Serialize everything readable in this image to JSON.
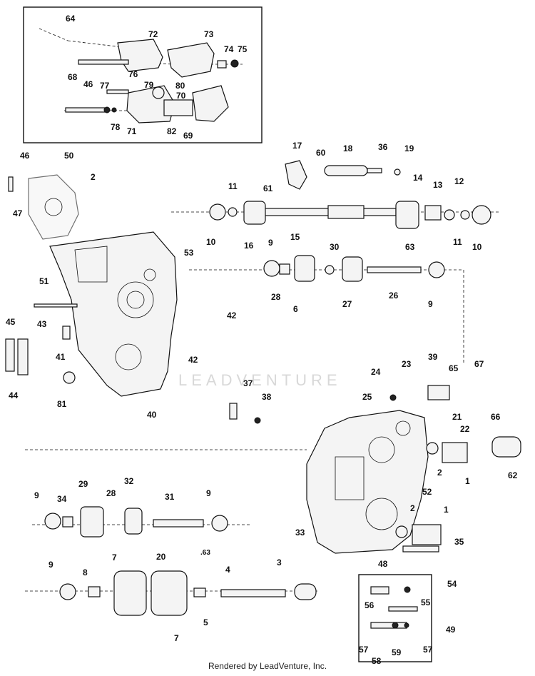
{
  "diagram": {
    "watermark": "LEADVENTURE",
    "footer": "Rendered by LeadVenture, Inc.",
    "labels": {
      "p64": "64",
      "p72": "72",
      "p73": "73",
      "p74": "74",
      "p75": "75",
      "p68": "68",
      "p76": "76",
      "p46a": "46",
      "p77": "77",
      "p79": "79",
      "p80": "80",
      "p70": "70",
      "p78": "78",
      "p71": "71",
      "p82": "82",
      "p69": "69",
      "p46b": "46",
      "p50": "50",
      "p2a": "2",
      "p47": "47",
      "p53": "53",
      "p51": "51",
      "p45": "45",
      "p43": "43",
      "p41": "41",
      "p44": "44",
      "p81": "81",
      "p40": "40",
      "p42a": "42",
      "p42b": "42",
      "p17": "17",
      "p60": "60",
      "p18": "18",
      "p36": "36",
      "p19": "19",
      "p61": "61",
      "p11a": "11",
      "p10a": "10",
      "p16": "16",
      "p15": "15",
      "p14": "14",
      "p13": "13",
      "p12": "12",
      "p11b": "11",
      "p10b": "10",
      "p63a": "63",
      "p9a": "9",
      "p28a": "28",
      "p6": "6",
      "p30": "30",
      "p27": "27",
      "p26": "26",
      "p9b": "9",
      "p24": "24",
      "p23": "23",
      "p39": "39",
      "p65": "65",
      "p67": "67",
      "p25": "25",
      "p66": "66",
      "p21": "21",
      "p22": "22",
      "p37": "37",
      "p38": "38",
      "p2b": "2",
      "p1a": "1",
      "p62": "62",
      "p52": "52",
      "p2c": "2",
      "p1b": "1",
      "p33": "33",
      "p35": "35",
      "p9c": "9",
      "p34": "34",
      "p29": "29",
      "p28b": "28",
      "p32": "32",
      "p31": "31",
      "p9d": "9",
      "p9e": "9",
      "p8": "8",
      "p7a": "7",
      "p20": "20",
      "p63b": ".63",
      "p4": "4",
      "p3": "3",
      "p7b": "7",
      "p5": "5",
      "p48": "48",
      "p54": "54",
      "p56": "56",
      "p55": "55",
      "p49": "49",
      "p57a": "57",
      "p58": "58",
      "p59": "59",
      "p57b": "57"
    }
  }
}
